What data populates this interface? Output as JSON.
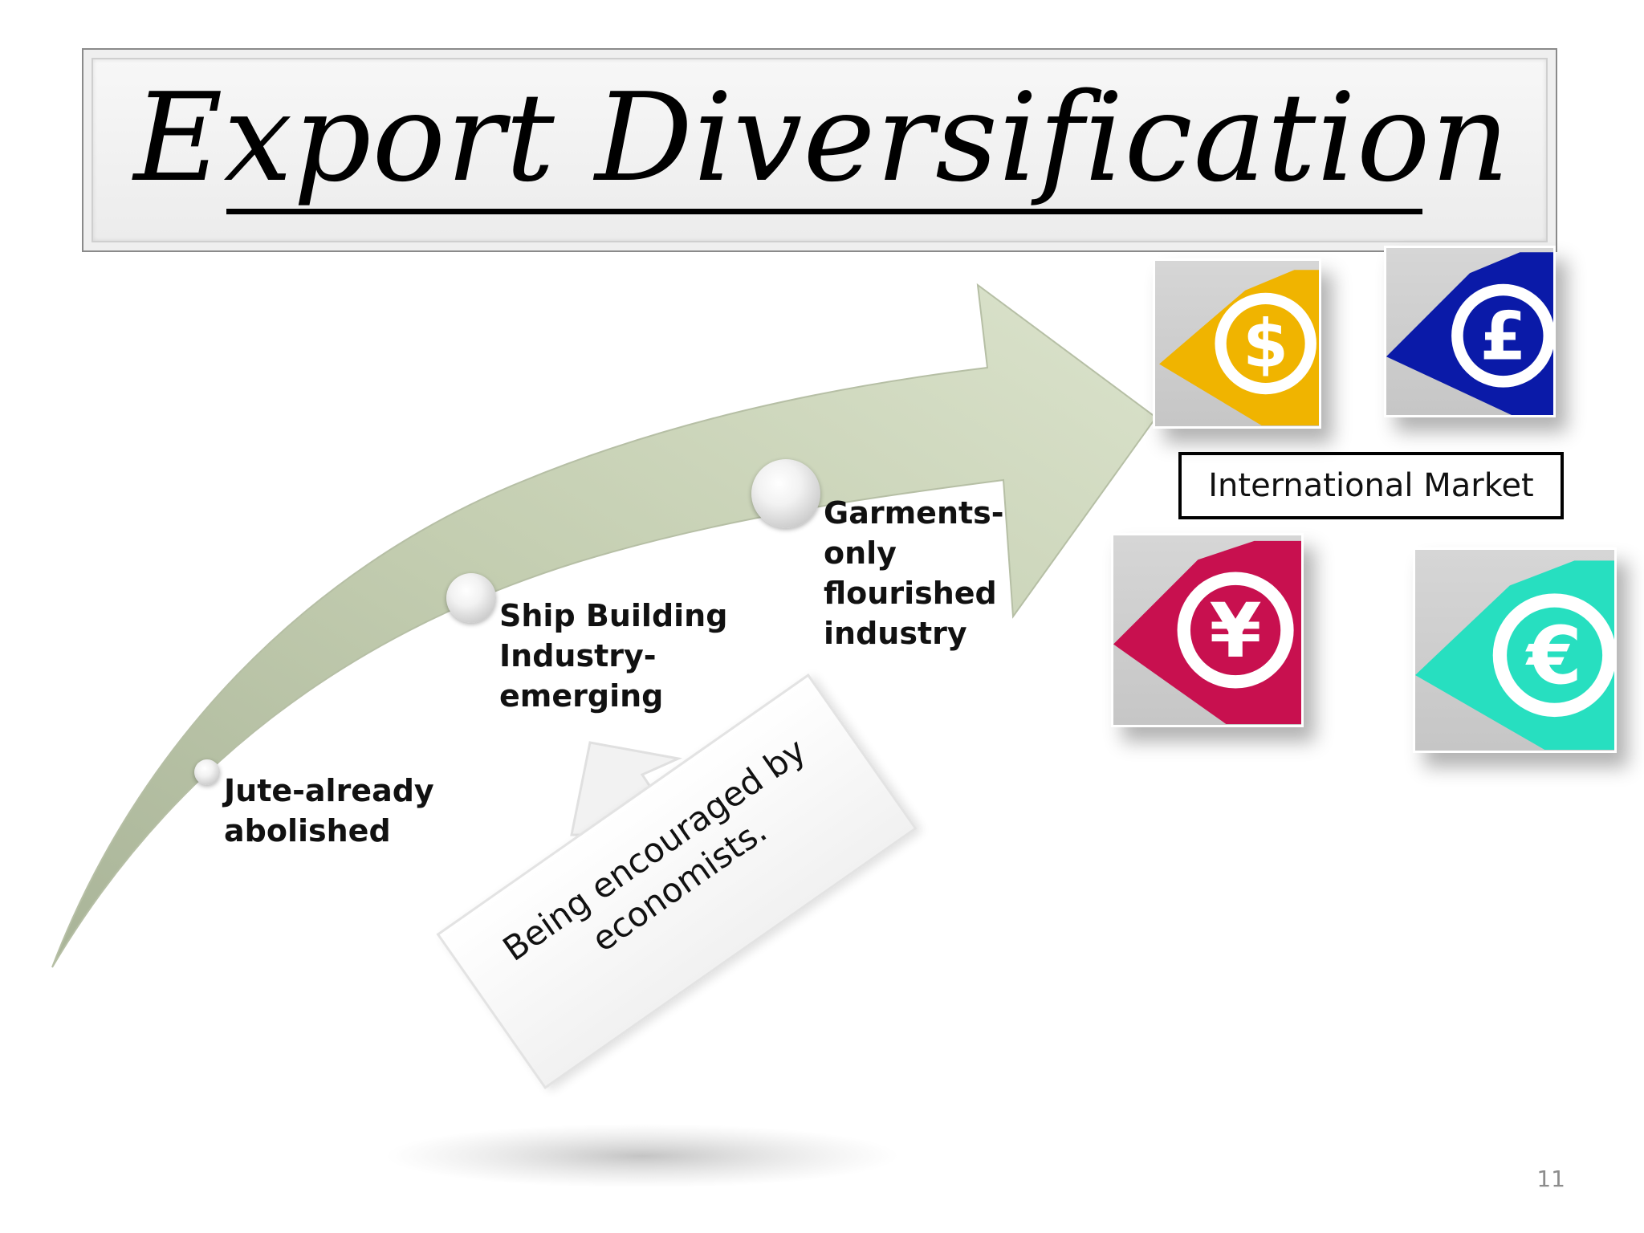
{
  "slide": {
    "title": "Export Diversification",
    "page_number": "11"
  },
  "milestones": [
    {
      "label": "Jute-already\nabolished"
    },
    {
      "label": "Ship Building\nIndustry-\nemerging"
    },
    {
      "label": "Garments-\nonly\nflourished\nindustry"
    }
  ],
  "callout": {
    "text": "Being encouraged by\neconomists."
  },
  "market": {
    "label": "International Market"
  },
  "currencies": [
    {
      "symbol": "$",
      "icon": "dollar-icon",
      "color": "#f0b400"
    },
    {
      "symbol": "£",
      "icon": "pound-icon",
      "color": "#0a1aa8"
    },
    {
      "symbol": "¥",
      "icon": "yen-icon",
      "color": "#c8104f"
    },
    {
      "symbol": "€",
      "icon": "euro-icon",
      "color": "#27dfc0"
    }
  ],
  "colors": {
    "arrow_body": "#c9d3b8",
    "arrow_head": "#d3dcc2"
  }
}
